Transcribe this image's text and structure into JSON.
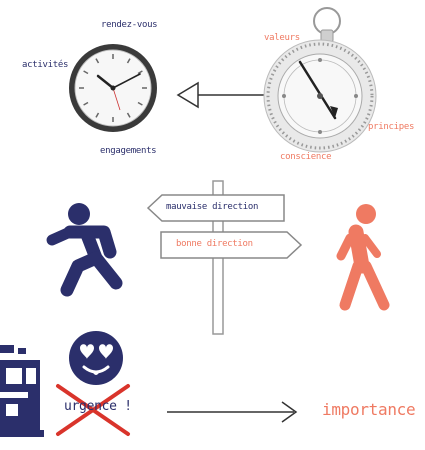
{
  "clock": {
    "labels": {
      "top": "rendez-vous",
      "left": "activités",
      "bottom": "engagements"
    }
  },
  "compass": {
    "labels": {
      "top": "valeurs",
      "right": "principes",
      "bottom": "conscience"
    }
  },
  "signpost": {
    "wrong": "mauvaise direction",
    "right": "bonne direction"
  },
  "bottom": {
    "crossed_text": "urgence !",
    "result": "importance"
  },
  "colors": {
    "navy": "#2b2f6b",
    "salmon": "#ef7a62",
    "red": "#d9342b"
  }
}
